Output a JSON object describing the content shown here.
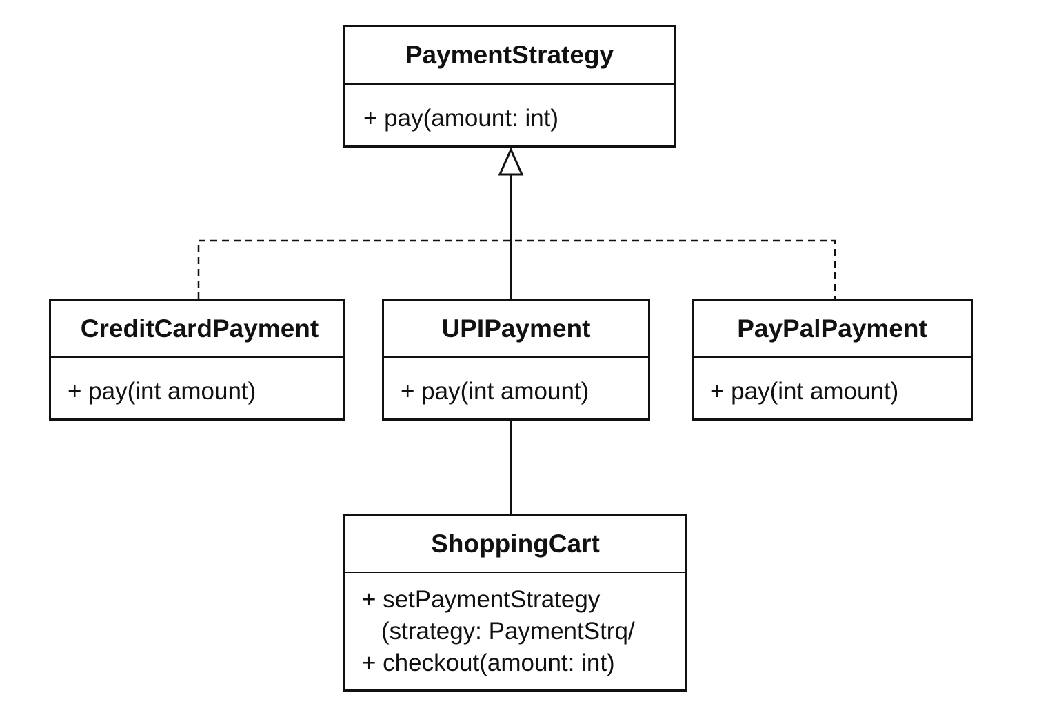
{
  "diagram": {
    "type": "uml-class-diagram",
    "classes": [
      {
        "id": "payment-strategy",
        "name": "PaymentStrategy",
        "operations": [
          "+ pay(amount: int)"
        ]
      },
      {
        "id": "credit-card",
        "name": "CreditCardPayment",
        "operations": [
          "+ pay(int amount)"
        ]
      },
      {
        "id": "upi",
        "name": "UPIPayment",
        "operations": [
          "+ pay(int amount)"
        ]
      },
      {
        "id": "paypal",
        "name": "PayPalPayment",
        "operations": [
          "+ pay(int amount)"
        ]
      },
      {
        "id": "shopping-cart",
        "name": "ShoppingCart",
        "operations": [
          "+ setPaymentStrategy",
          "(strategy: PaymentStrq/",
          "+ checkout(amount: int)"
        ]
      }
    ],
    "relationships": [
      {
        "from": "upi",
        "to": "payment-strategy",
        "kind": "generalization",
        "line": "solid",
        "arrowhead": "hollow-triangle"
      },
      {
        "from": "credit-card",
        "to": "payment-strategy",
        "kind": "realization",
        "line": "dashed"
      },
      {
        "from": "paypal",
        "to": "payment-strategy",
        "kind": "realization",
        "line": "dashed"
      },
      {
        "from": "shopping-cart",
        "to": "upi",
        "kind": "association",
        "line": "solid"
      }
    ],
    "colors": {
      "line": "#111111",
      "background": "#ffffff"
    }
  }
}
